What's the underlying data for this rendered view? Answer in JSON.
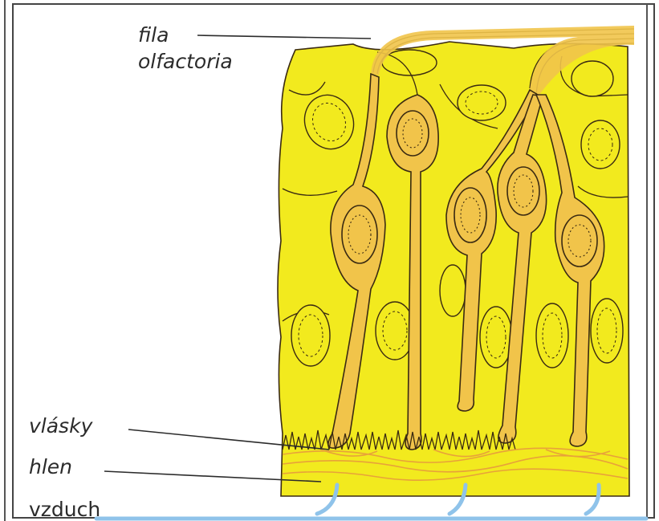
{
  "labels": {
    "fila": "fila",
    "olfactoria": "olfactoria",
    "vlasky": "vlásky",
    "hlen": "hlen",
    "vzduch": "vzduch"
  },
  "colors": {
    "epithelium": "#f2ea1e",
    "receptor_cell": "#f1c44a",
    "outline": "#3a2a12",
    "mucus_fiber": "#e8a23a",
    "air": "#8fc3ea",
    "frame": "#444444"
  }
}
